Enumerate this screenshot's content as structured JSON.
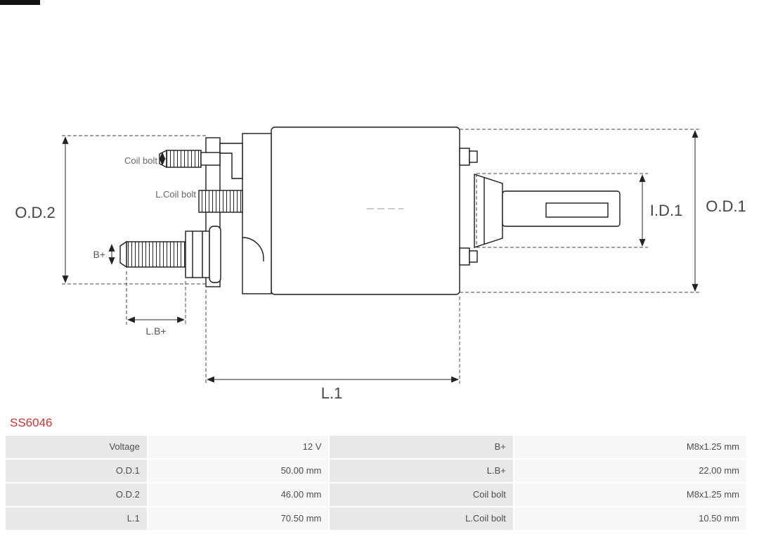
{
  "diagram": {
    "labels": {
      "od2": "O.D.2",
      "od1": "O.D.1",
      "id1": "I.D.1",
      "l1": "L.1",
      "coil_bolt": "Coil bolt",
      "l_coil_bolt": "L.Coil bolt",
      "b_plus": "B+",
      "l_b_plus": "L.B+"
    }
  },
  "part_number": "SS6046",
  "table": {
    "rows": [
      [
        {
          "label": "Voltage",
          "value": "12 V"
        },
        {
          "label": "B+",
          "value": "M8x1.25 mm"
        }
      ],
      [
        {
          "label": "O.D.1",
          "value": "50.00 mm"
        },
        {
          "label": "L.B+",
          "value": "22.00 mm"
        }
      ],
      [
        {
          "label": "O.D.2",
          "value": "46.00 mm"
        },
        {
          "label": "Coil bolt",
          "value": "M8x1.25 mm"
        }
      ],
      [
        {
          "label": "L.1",
          "value": "70.50 mm"
        },
        {
          "label": "L.Coil bolt",
          "value": "10.50 mm"
        }
      ]
    ]
  },
  "colors": {
    "part_number": "#cc3333",
    "table_label_bg": "#e8e8e8",
    "table_value_bg": "#f7f7f7"
  }
}
